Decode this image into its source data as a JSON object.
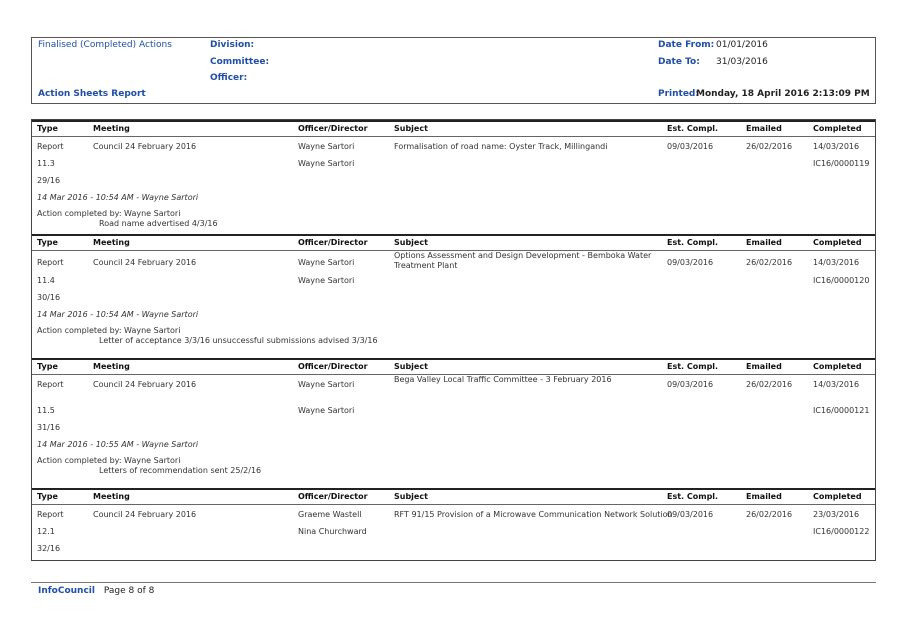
{
  "header": {
    "report_type": "Finalised (Completed) Actions",
    "division_label": "Division:",
    "committee_label": "Committee:",
    "officer_label": "Officer:",
    "report_title": "Action Sheets Report",
    "date_from_label": "Date From:",
    "date_from": "01/01/2016",
    "date_to_label": "Date To:",
    "date_to": "31/03/2016",
    "printed_label": "Printed:",
    "printed_value": "Monday, 18 April 2016  2:13:09 PM"
  },
  "columns": {
    "type": "Type",
    "meeting": "Meeting",
    "officer": "Officer/Director",
    "subject": "Subject",
    "est": "Est. Compl.",
    "emailed": "Emailed",
    "completed": "Completed"
  },
  "records": [
    {
      "type": "Report",
      "meeting": "Council 24 February 2016",
      "officer1": "Wayne Sartori",
      "officer2": "Wayne Sartori",
      "subject1": "Formalisation of road name: Oyster Track, Millingandi",
      "subject2": "",
      "est": "09/03/2016",
      "emailed": "26/02/2016",
      "completed": "14/03/2016",
      "item": "11.3",
      "ref": "IC16/0000119",
      "number": "29/16",
      "note": "14 Mar 2016 - 10:54 AM - Wayne Sartori",
      "action_by": "Action completed by: Wayne Sartori",
      "action_detail": "Road name advertised 4/3/16"
    },
    {
      "type": "Report",
      "meeting": "Council 24 February 2016",
      "officer1": "Wayne Sartori",
      "officer2": "Wayne Sartori",
      "subject1": "Options Assessment and Design Development - Bemboka Water",
      "subject2": "Treatment Plant",
      "est": "09/03/2016",
      "emailed": "26/02/2016",
      "completed": "14/03/2016",
      "item": "11.4",
      "ref": "IC16/0000120",
      "number": "30/16",
      "note": "14 Mar 2016 - 10:54 AM - Wayne Sartori",
      "action_by": "Action completed by: Wayne Sartori",
      "action_detail": "Letter of acceptance 3/3/16 unsuccessful submissions advised 3/3/16"
    },
    {
      "type": "Report",
      "meeting": "Council 24 February 2016",
      "officer1": "Wayne Sartori",
      "officer2": "Wayne Sartori",
      "subject1": "Bega Valley Local Traffic Committee - 3 February 2016",
      "subject2": "",
      "est": "09/03/2016",
      "emailed": "26/02/2016",
      "completed": "14/03/2016",
      "item": "11.5",
      "ref": "IC16/0000121",
      "number": "31/16",
      "note": "14 Mar 2016 - 10:55 AM - Wayne Sartori",
      "action_by": "Action completed by: Wayne Sartori",
      "action_detail": "Letters of recommendation sent 25/2/16"
    },
    {
      "type": "Report",
      "meeting": "Council 24 February 2016",
      "officer1": "Graeme Wastell",
      "officer2": "Nina Churchward",
      "subject1": "RFT 91/15 Provision of a Microwave Communication Network Solution",
      "subject2": "",
      "est": "09/03/2016",
      "emailed": "26/02/2016",
      "completed": "23/03/2016",
      "item": "12.1",
      "ref": "IC16/0000122",
      "number": "32/16"
    }
  ],
  "footer": {
    "brand": "InfoCouncil",
    "page": "Page 8 of 8"
  }
}
